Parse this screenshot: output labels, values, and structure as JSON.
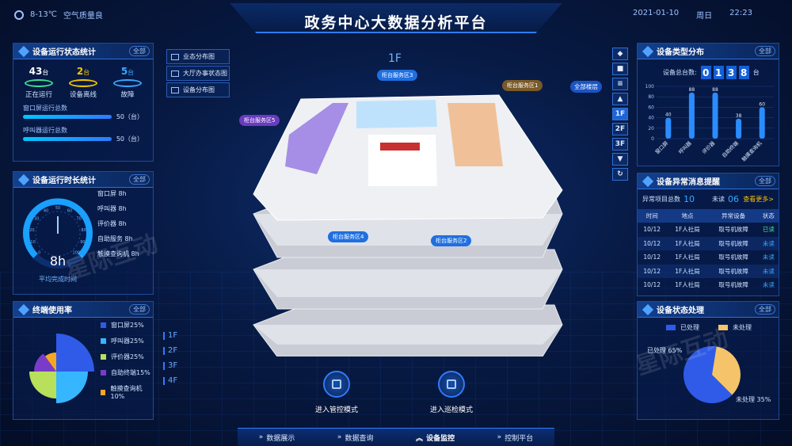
{
  "header": {
    "weather": "8-13℃",
    "air": "空气质量良",
    "title": "政务中心大数据分析平台",
    "date": "2021-01-10",
    "weekday": "周日",
    "time": "22:23"
  },
  "colors": {
    "accent": "#2f7bff",
    "green": "#3fe08f",
    "yellow": "#f5c400",
    "cyan": "#00c6ff",
    "orange": "#f5a623",
    "purple": "#6b3bbf"
  },
  "left": {
    "status": {
      "title": "设备运行状态统计",
      "all": "全部",
      "running": {
        "num": "43",
        "unit": "台",
        "label": "正在运行"
      },
      "offline": {
        "num": "2",
        "unit": "台",
        "label": "设备离线"
      },
      "fault": {
        "num": "5",
        "unit": "台",
        "label": "故障"
      },
      "bars": [
        {
          "label": "窗口屏运行总数",
          "value": "50",
          "unit": "（台）",
          "level": 1.0
        },
        {
          "label": "呼叫器运行总数",
          "value": "50",
          "unit": "（台）",
          "level": 1.0
        }
      ]
    },
    "duration": {
      "title": "设备运行时长统计",
      "all": "全部",
      "gauge_value": "8h",
      "gauge_caption": "平均完成时间",
      "gauge_ticks": [
        "0",
        "10",
        "20",
        "30",
        "40",
        "50",
        "60",
        "70",
        "80",
        "90",
        "100"
      ],
      "items": [
        "窗口屏 8h",
        "呼叫器 8h",
        "评价器 8h",
        "自助服务 8h",
        "触摸查询机 8h"
      ]
    },
    "usage": {
      "title": "终端使用率",
      "all": "全部",
      "items": [
        {
          "label": "窗口屏25%",
          "value": 25,
          "color": "#2f5be8"
        },
        {
          "label": "呼叫器25%",
          "value": 25,
          "color": "#36b6ff"
        },
        {
          "label": "评价器25%",
          "value": 25,
          "color": "#b8e05a"
        },
        {
          "label": "自助终端15%",
          "value": 15,
          "color": "#7a3cc8"
        },
        {
          "label": "触摸查询机10%",
          "value": 10,
          "color": "#f5a623"
        }
      ]
    },
    "floors_mini": [
      "1F",
      "2F",
      "3F",
      "4F"
    ]
  },
  "center": {
    "menu": [
      "业态分布图",
      "大厅办事状态图",
      "设备分布图"
    ],
    "floor_label": "1F",
    "all_floor": "全部楼层",
    "floor_buttons": [
      "1F",
      "2F",
      "3F"
    ],
    "tags": {
      "z3": "柜台服务区3",
      "z1": "柜台服务区1",
      "z5": "柜台服务区5",
      "z4": "柜台服务区4",
      "z2": "柜台服务区2"
    },
    "modes": [
      {
        "label": "进入管控模式",
        "icon": "control-mode-icon"
      },
      {
        "label": "进入巡检模式",
        "icon": "patrol-mode-icon"
      }
    ]
  },
  "right": {
    "types": {
      "title": "设备类型分布",
      "all": "全部",
      "total_label": "设备总台数:",
      "total_digits": [
        "0",
        "1",
        "3",
        "8"
      ],
      "total_unit": "台"
    },
    "alerts": {
      "title": "设备异常消息提醒",
      "all": "全部",
      "total_label": "异常项目总数",
      "total": "10",
      "unread_label": "未读",
      "unread": "06",
      "more": "查看更多>",
      "columns": [
        "时间",
        "地点",
        "异常设备",
        "状态"
      ],
      "rows": [
        [
          "10/12",
          "1F人社局",
          "取号机故障",
          "已读"
        ],
        [
          "10/12",
          "1F人社局",
          "取号机故障",
          "未读"
        ],
        [
          "10/12",
          "1F人社局",
          "取号机故障",
          "未读"
        ],
        [
          "10/12",
          "1F人社局",
          "取号机故障",
          "未读"
        ],
        [
          "10/12",
          "1F人社局",
          "取号机故障",
          "未读"
        ]
      ]
    },
    "process": {
      "title": "设备状态处理",
      "all": "全部",
      "legend_done": "已处理",
      "legend_todo": "未处理",
      "done_text": "已处理 65%",
      "todo_text": "未处理 35%",
      "done": 65,
      "todo": 35
    }
  },
  "chart_data": {
    "type": "bar",
    "categories": [
      "窗口屏",
      "呼叫器",
      "评价器",
      "自助终端",
      "触摸查询机"
    ],
    "values": [
      40,
      88,
      88,
      38,
      60
    ],
    "ylim": [
      0,
      100
    ],
    "yticks": [
      "0",
      "20",
      "40",
      "60",
      "80",
      "100"
    ]
  },
  "bottom_nav": [
    "数据展示",
    "数据查询",
    "设备监控",
    "控制平台"
  ],
  "watermark": "星际互动"
}
